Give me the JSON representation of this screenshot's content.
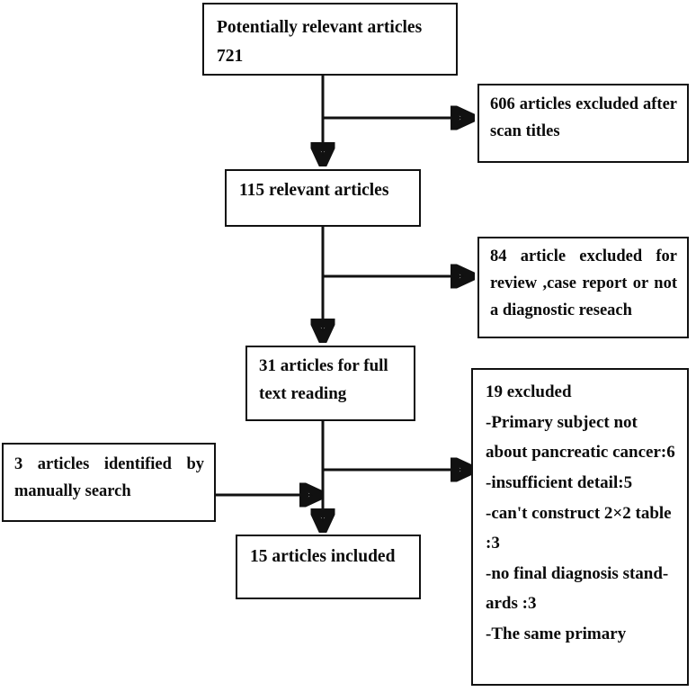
{
  "diagram": {
    "title": "Study selection flow diagram",
    "colors": {
      "stroke": "#111111",
      "background": "#ffffff",
      "text": "#0a0a0a"
    },
    "nodes": {
      "potentially_relevant": {
        "label": "Potentially relevant articles 721"
      },
      "excluded_scan_titles": {
        "label": "606 articles excluded after scan titles"
      },
      "relevant_articles": {
        "label": "115 relevant articles"
      },
      "excluded_review": {
        "label": "84 article excluded for review ,case report or not a diagnostic reseach"
      },
      "full_text_reading": {
        "label": "31 articles for    full text reading"
      },
      "excluded_full_text": {
        "label": "19 excluded\n-Primary subject not about pancreatic cancer:6\n-insufficient detail:5\n-can't construct 2×2 table :3\n-no final diagnosis stand-ards :3\n-The same primary"
      },
      "manual_search": {
        "label": "3 articles identified by manually search"
      },
      "articles_included": {
        "label": "15 articles included"
      }
    }
  }
}
